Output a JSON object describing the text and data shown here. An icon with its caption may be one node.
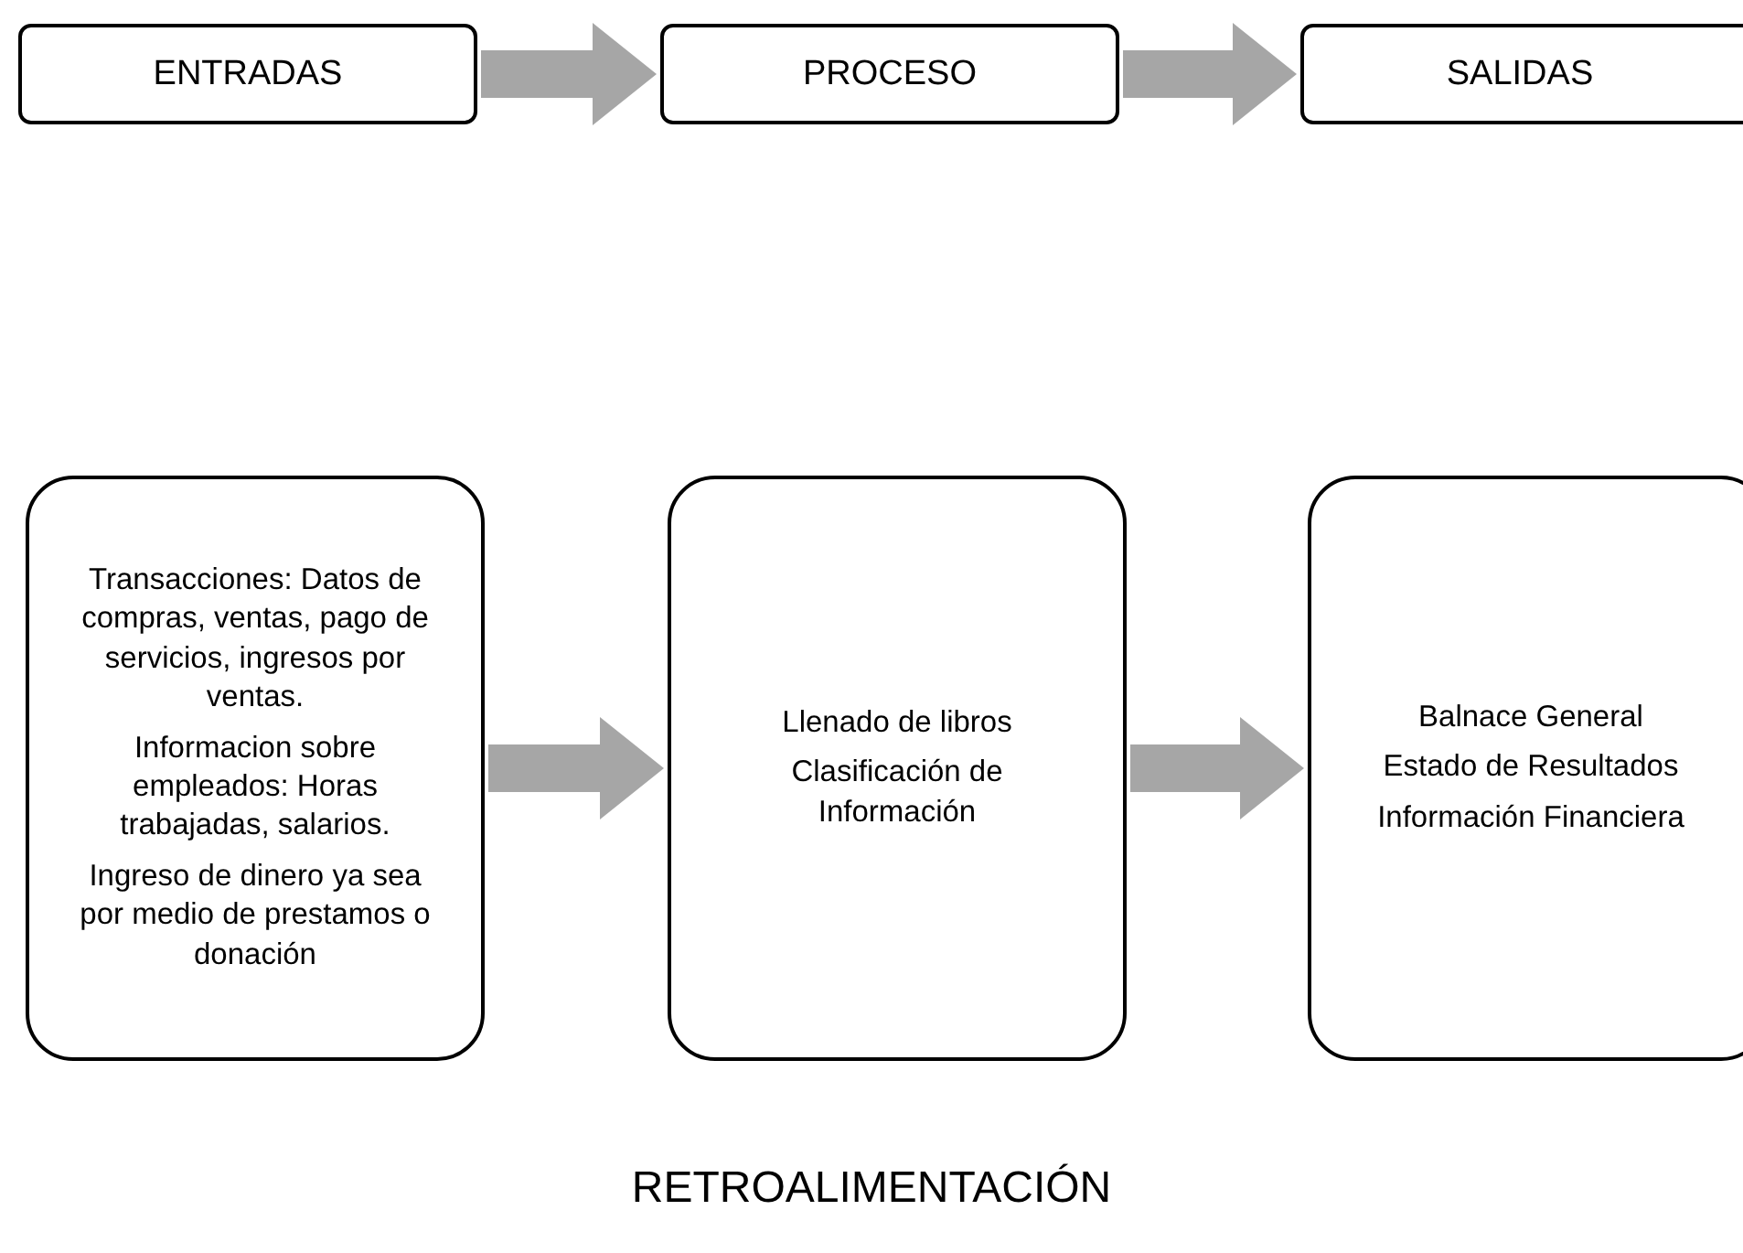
{
  "diagram": {
    "nodes": [
      {
        "text": [
          "ENTRADAS"
        ]
      },
      {
        "text": [
          "PROCESO"
        ]
      },
      {
        "text": [
          "SALIDAS"
        ]
      },
      {
        "text": [
          "Transacciones: Datos de compras, ventas, pago de servicios, ingresos por ventas.",
          "Informacion sobre empleados: Horas trabajadas, salarios.",
          "Ingreso de dinero ya sea por medio de prestamos o donación"
        ]
      },
      {
        "text": [
          "Llenado de libros",
          "Clasificación de Información"
        ]
      },
      {
        "text": [
          "Balnace General",
          "Estado de Resultados",
          "Información Financiera"
        ]
      }
    ],
    "edges": [
      {
        "from": 0,
        "to": 1,
        "arrow": "to"
      },
      {
        "from": 1,
        "to": 2,
        "arrow": "to"
      },
      {
        "from": 3,
        "to": 4,
        "arrow": "to"
      },
      {
        "from": 4,
        "to": 5,
        "arrow": "to"
      }
    ],
    "labels": [
      "RETROALIMENTACIÓN"
    ]
  }
}
